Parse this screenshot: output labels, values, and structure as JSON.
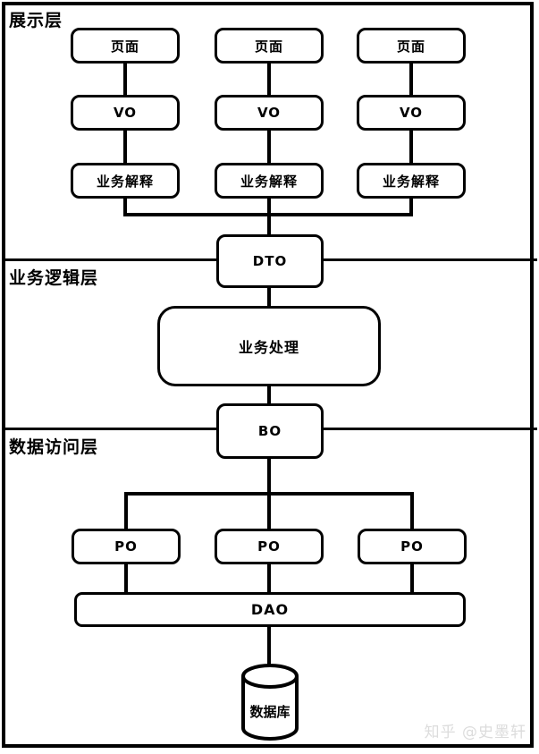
{
  "diagram": {
    "type": "layered-architecture-flowchart",
    "presentation": {
      "label": "展示层",
      "columns": [
        {
          "page": "页面",
          "vo": "VO",
          "interpret": "业务解释"
        },
        {
          "page": "页面",
          "vo": "VO",
          "interpret": "业务解释"
        },
        {
          "page": "页面",
          "vo": "VO",
          "interpret": "业务解释"
        }
      ],
      "dto": "DTO"
    },
    "business": {
      "label": "业务逻辑层",
      "process": "业务处理",
      "bo": "BO"
    },
    "data_access": {
      "label": "数据访问层",
      "po": [
        "PO",
        "PO",
        "PO"
      ],
      "dao": "DAO",
      "database": "数据库"
    },
    "colors": {
      "line": "#000000",
      "node_fill": "#ffffff",
      "background": "#ffffff",
      "watermark": "#dcdcdc"
    }
  },
  "watermark": {
    "text": "知乎 @史墨轩"
  }
}
